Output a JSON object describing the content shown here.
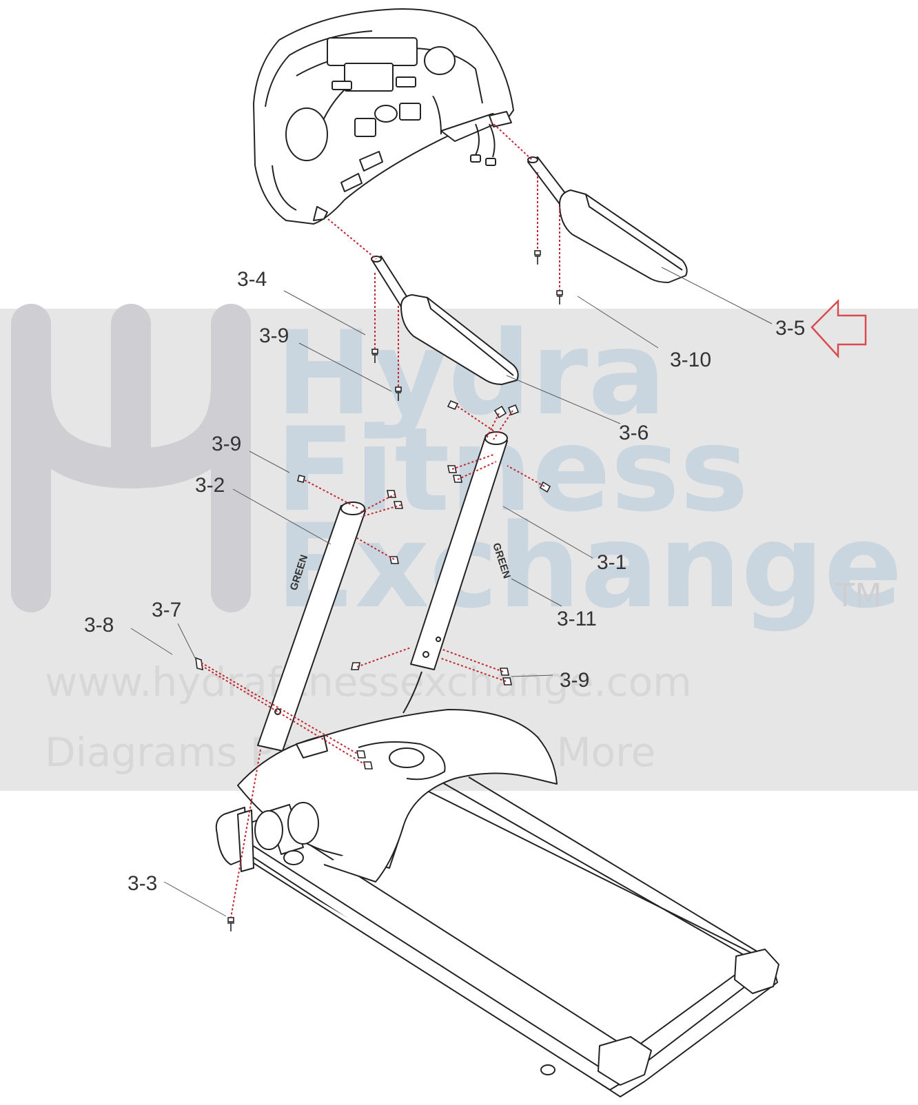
{
  "colors": {
    "line": "#222222",
    "leader": "#555555",
    "dashed": "#c2262e",
    "arrow": "#d94a4f",
    "watermark_band": "#e6e6e6",
    "watermark_text": "#c9d6e0",
    "watermark_grey": "#cfcfd3"
  },
  "watermark": {
    "line1": "Hydra",
    "line2": "Fitness",
    "line3": "Exchange",
    "trademark": "TM",
    "url": "www.hydrafitnessexchange.com",
    "tagline": "Diagrams Parts Lists And More"
  },
  "upright_brand": "GREEN",
  "callouts": [
    {
      "id": "3-4",
      "label": "3-4"
    },
    {
      "id": "3-9a",
      "label": "3-9"
    },
    {
      "id": "3-10",
      "label": "3-10"
    },
    {
      "id": "3-5",
      "label": "3-5"
    },
    {
      "id": "3-6",
      "label": "3-6"
    },
    {
      "id": "3-9b",
      "label": "3-9"
    },
    {
      "id": "3-2",
      "label": "3-2"
    },
    {
      "id": "3-1",
      "label": "3-1"
    },
    {
      "id": "3-11",
      "label": "3-11"
    },
    {
      "id": "3-7",
      "label": "3-7"
    },
    {
      "id": "3-8",
      "label": "3-8"
    },
    {
      "id": "3-9c",
      "label": "3-9"
    },
    {
      "id": "3-3",
      "label": "3-3"
    }
  ],
  "highlighted_part": "3-5"
}
